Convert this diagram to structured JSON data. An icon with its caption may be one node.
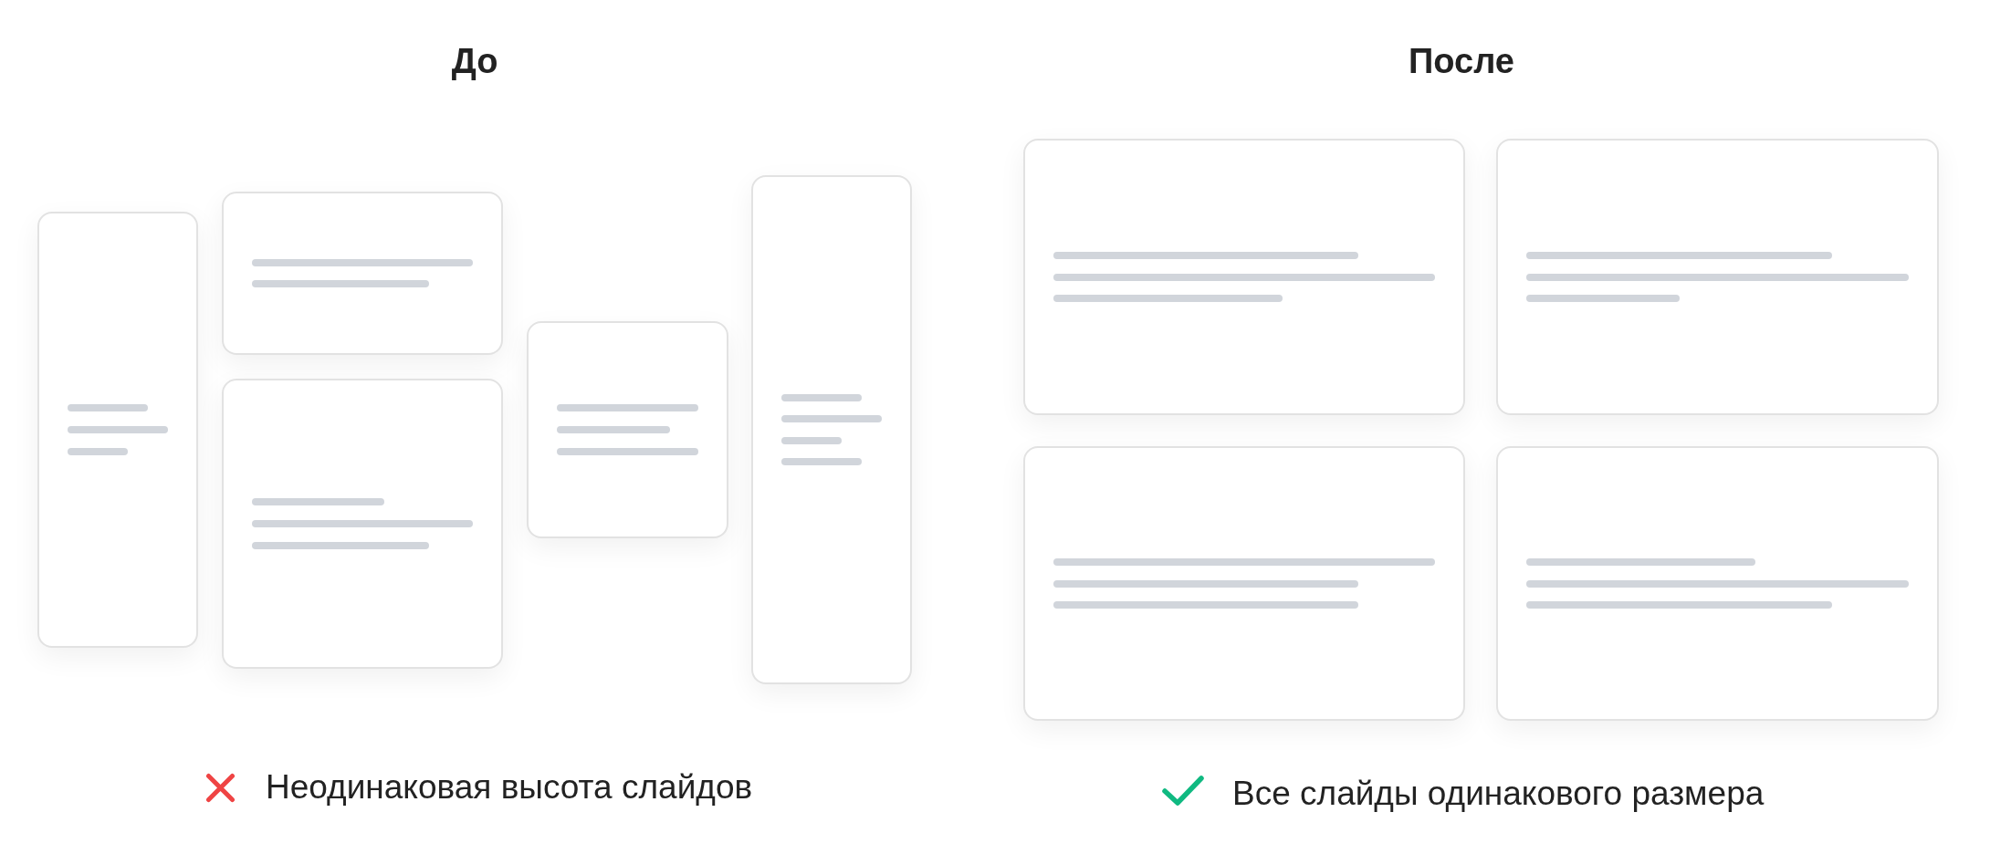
{
  "diagram": {
    "nodes": [
      {
        "text": [],
        "shape": "box"
      },
      {
        "text": [],
        "shape": "box"
      },
      {
        "text": [],
        "shape": "box"
      },
      {
        "text": [],
        "shape": "box"
      },
      {
        "text": [],
        "shape": "box"
      },
      {
        "text": [],
        "shape": "box"
      },
      {
        "text": [],
        "shape": "box"
      },
      {
        "text": [],
        "shape": "box"
      },
      {
        "text": [],
        "shape": "box"
      }
    ],
    "labels": [
      "До",
      "После",
      "Неодинаковая высота слайдов",
      "Все слайды одинакового размера"
    ]
  }
}
